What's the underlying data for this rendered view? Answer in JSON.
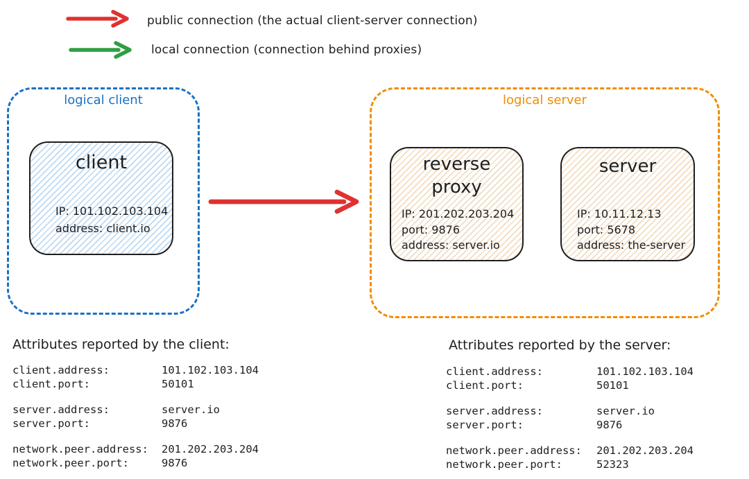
{
  "colors": {
    "public_connection": "#e03131",
    "local_connection": "#2f9e44",
    "logical_client_border": "#1971c2",
    "logical_server_border": "#f08c00",
    "ink": "#1e1e1e"
  },
  "legend": {
    "public_label": "public connection (the actual client-server connection)",
    "local_label": "local connection (connection behind proxies)"
  },
  "logical_client": {
    "title": "logical client",
    "node": {
      "title": "client",
      "lines": [
        "IP: 101.102.103.104",
        "address: client.io"
      ]
    }
  },
  "logical_server": {
    "title": "logical server",
    "reverse_proxy": {
      "title": "reverse proxy",
      "lines": [
        "IP: 201.202.203.204",
        "port: 9876",
        "address: server.io"
      ]
    },
    "server": {
      "title": "server",
      "lines": [
        "IP: 10.11.12.13",
        "port: 5678",
        "address: the-server"
      ]
    }
  },
  "client_attributes": {
    "heading": "Attributes reported by the client:",
    "groups": [
      [
        {
          "label": "client.address:",
          "value": "101.102.103.104"
        },
        {
          "label": "client.port:",
          "value": "50101"
        }
      ],
      [
        {
          "label": "server.address:",
          "value": "server.io"
        },
        {
          "label": "server.port:",
          "value": "9876"
        }
      ],
      [
        {
          "label": "network.peer.address:",
          "value": "201.202.203.204"
        },
        {
          "label": "network.peer.port:",
          "value": "9876"
        }
      ]
    ]
  },
  "server_attributes": {
    "heading": "Attributes reported by the server:",
    "groups": [
      [
        {
          "label": "client.address:",
          "value": "101.102.103.104"
        },
        {
          "label": "client.port:",
          "value": "50101"
        }
      ],
      [
        {
          "label": "server.address:",
          "value": "server.io"
        },
        {
          "label": "server.port:",
          "value": "9876"
        }
      ],
      [
        {
          "label": "network.peer.address:",
          "value": "201.202.203.204"
        },
        {
          "label": "network.peer.port:",
          "value": "52323"
        }
      ]
    ]
  }
}
